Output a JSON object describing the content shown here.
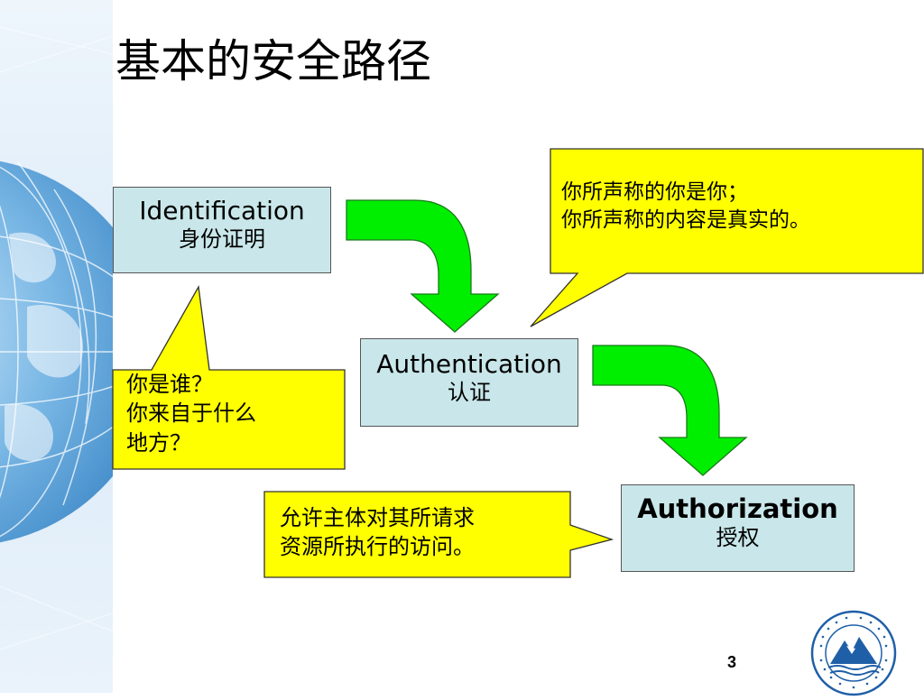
{
  "slide": {
    "title": "基本的安全路径",
    "page_number": "3"
  },
  "steps": [
    {
      "en": "Identification",
      "zh": "身份证明"
    },
    {
      "en": "Authentication",
      "zh": "认证"
    },
    {
      "en": "Authorization",
      "zh": "授权"
    }
  ],
  "callouts": {
    "who": [
      "你是谁？",
      "你来自于什么",
      "地方？"
    ],
    "claim": [
      "你所声称的你是你；",
      "你所声称的内容是真实的。"
    ],
    "access": [
      "允许主体对其所请求",
      "资源所执行的访问。"
    ]
  },
  "colors": {
    "box_fill": "#c9e7ea",
    "callout_fill": "#ffff00",
    "arrow_fill": "#00ee00",
    "globe_blue": "#3a8fd0"
  },
  "icons": {
    "globe": "globe-graphic",
    "seal": "university-seal-icon"
  }
}
